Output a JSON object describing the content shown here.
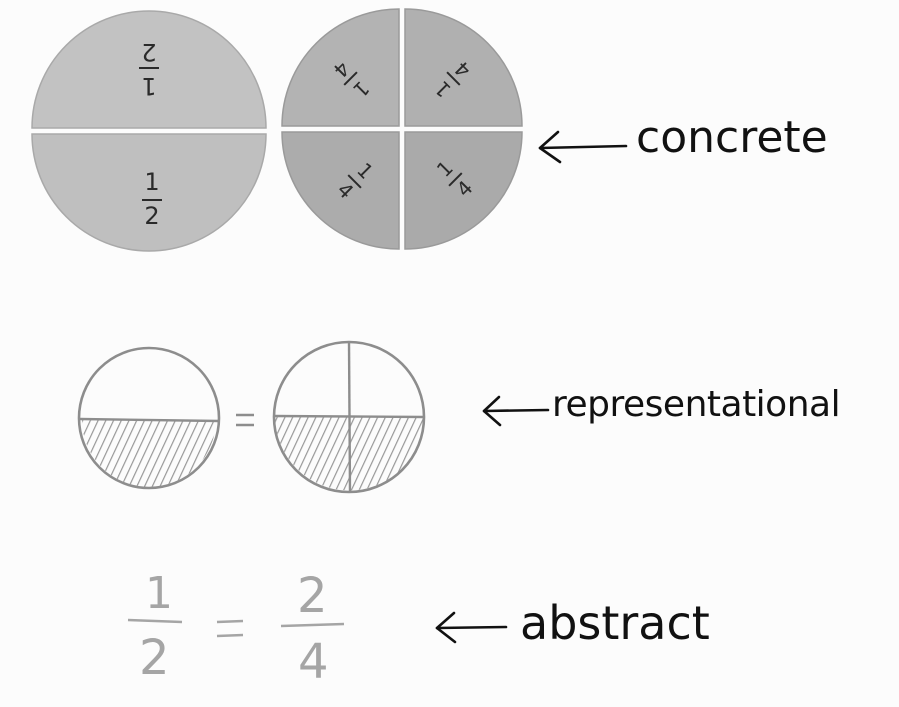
{
  "rows": {
    "concrete": {
      "label": "concrete",
      "arrow": "←",
      "half_piece_label": "1/2",
      "quarter_piece_label": "1/4",
      "fraction_tile_colors": {
        "face": "#bdbdbd",
        "face_dark": "#ababab",
        "edge": "#9a9a9a"
      }
    },
    "representational": {
      "label": "representational",
      "arrow": "←",
      "equals": "=",
      "sketch_color": "#8d8d8d"
    },
    "abstract": {
      "label": "abstract",
      "arrow": "←",
      "left_numerator": "1",
      "left_denominator": "2",
      "equals": "=",
      "right_numerator": "2",
      "right_denominator": "4",
      "math_color": "#a5a5a5"
    }
  }
}
